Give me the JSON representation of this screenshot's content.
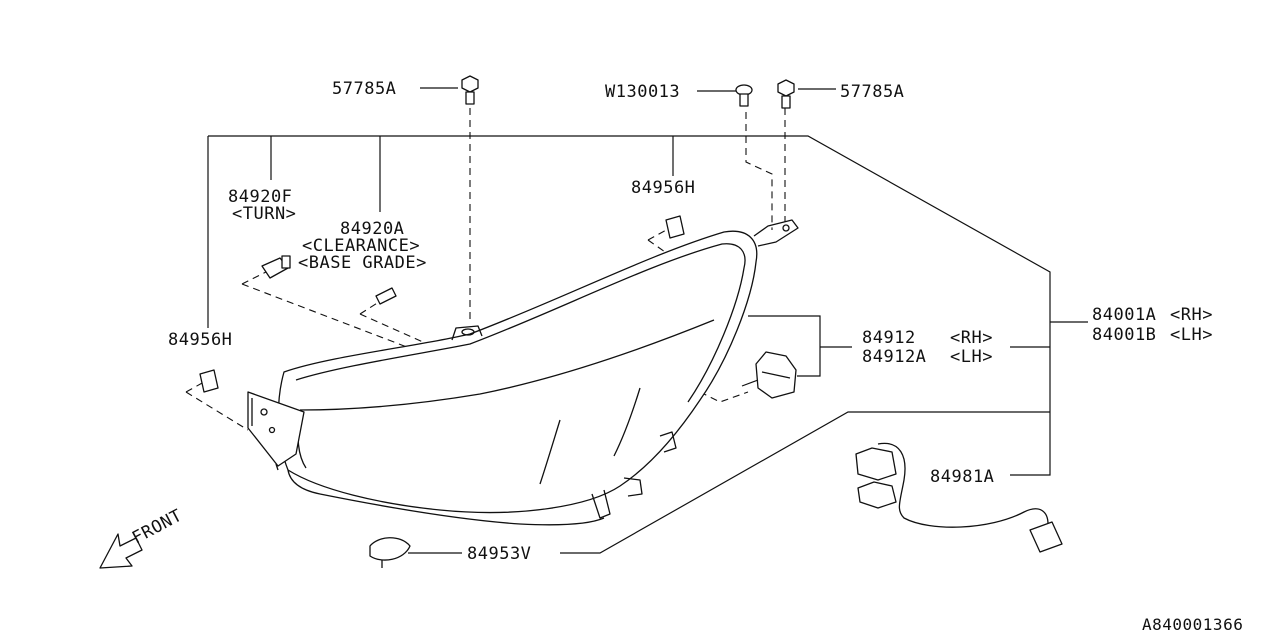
{
  "labels": {
    "fastener_left": "57785A",
    "clip_center": "W130013",
    "fastener_right": "57785A",
    "bulb_turn": "84920F",
    "bulb_turn_note": "<TURN>",
    "bulb_clearance": "84920A",
    "bulb_clearance_note1": "<CLEARANCE>",
    "bulb_clearance_note2": "<BASE GRADE>",
    "cushion_top": "84956H",
    "cushion_left": "84956H",
    "assy_rh": "84001A",
    "assy_rh_note": "<RH>",
    "assy_lh": "84001B",
    "assy_lh_note": "<LH>",
    "leveler_rh": "84912",
    "leveler_rh_note": "<RH>",
    "leveler_lh": "84912A",
    "leveler_lh_note": "<LH>",
    "harness": "84981A",
    "cap": "84953V",
    "front_indicator": "FRONT",
    "diagram_code": "A840001366"
  }
}
